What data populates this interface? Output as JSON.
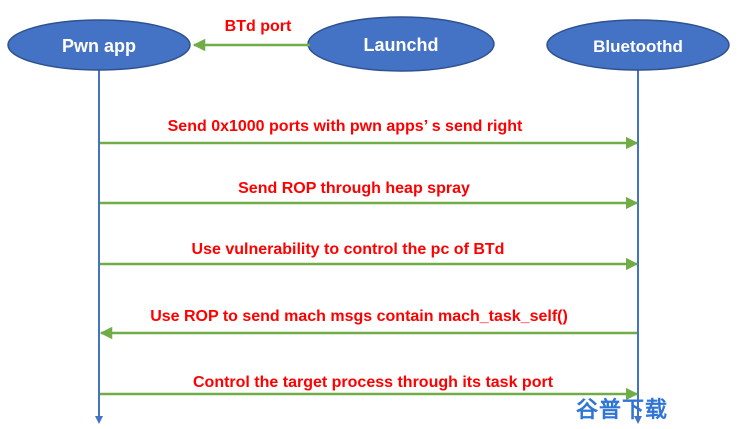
{
  "colors": {
    "actor_fill": "#4472c4",
    "actor_text": "#ffffff",
    "lifeline": "#4472c4",
    "arrow": "#70ad47",
    "message_text": "#ff0000",
    "watermark": "#2e75d6"
  },
  "actors": {
    "pwn_app": "Pwn app",
    "launchd": "Launchd",
    "bluetoothd": "Bluetoothd"
  },
  "messages": [
    {
      "label": "BTd port",
      "from": "launchd",
      "to": "pwn_app"
    },
    {
      "label": "Send 0x1000 ports with pwn apps’ s send right",
      "from": "pwn_app",
      "to": "bluetoothd"
    },
    {
      "label": "Send ROP through heap spray",
      "from": "pwn_app",
      "to": "bluetoothd"
    },
    {
      "label": "Use vulnerability to control the pc of BTd",
      "from": "pwn_app",
      "to": "bluetoothd"
    },
    {
      "label": "Use ROP to send mach msgs contain mach_task_self()",
      "from": "bluetoothd",
      "to": "pwn_app"
    },
    {
      "label": "Control the target process through its task port",
      "from": "pwn_app",
      "to": "bluetoothd"
    }
  ],
  "watermark": "谷普下载"
}
